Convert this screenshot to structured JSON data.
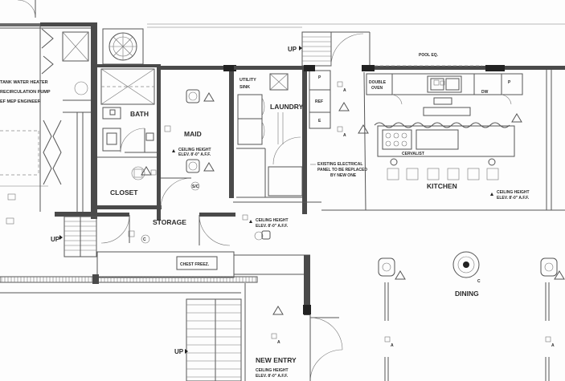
{
  "rooms": {
    "bath": "BATH",
    "maid": "MAID",
    "closet": "CLOSET",
    "storage": "STORAGE",
    "laundry": "LAUNDRY",
    "utility_sink": "UTILITY SINK",
    "kitchen": "KITCHEN",
    "dining": "DINING",
    "new_entry": "NEW ENTRY",
    "pool_eq": "POOL EQ."
  },
  "labels": {
    "up_left": "UP",
    "up_top": "UP",
    "up_bottom": "UP",
    "ref": "REF",
    "double_oven": "DOUBLE OVEN",
    "dw": "DW",
    "cervalist": "CERVALIST",
    "chest_freeze": "CHEST FREEZ.",
    "water_heater_line1": "TANK WATER HEATER",
    "water_heater_line2": "RECIRCULATION PUMP",
    "water_heater_line3": "EF MEP ENGINEER",
    "elec_line1": "EXISTING ELECTRICAL",
    "elec_line2": "PANEL TO BE REPLACED",
    "elec_line3": "BY NEW ONE",
    "ceiling_maid_1": "CEILING HEIGHT",
    "ceiling_maid_2": "ELEV. 8'-0\" A.F.F.",
    "ceiling_storage_1": "CEILING HEIGHT",
    "ceiling_storage_2": "ELEV. 8'-0\" A.F.F.",
    "ceiling_kitchen_1": "CEILING HEIGHT",
    "ceiling_kitchen_2": "ELEV. 8'-0\" A.F.F.",
    "ceiling_entry_1": "CEILING HEIGHT",
    "ceiling_entry_2": "ELEV. 8'-0\" A.F.F.",
    "tag_a": "A",
    "tag_p": "P",
    "tag_e": "E",
    "tag_c": "C",
    "tag_sc": "S/C"
  }
}
